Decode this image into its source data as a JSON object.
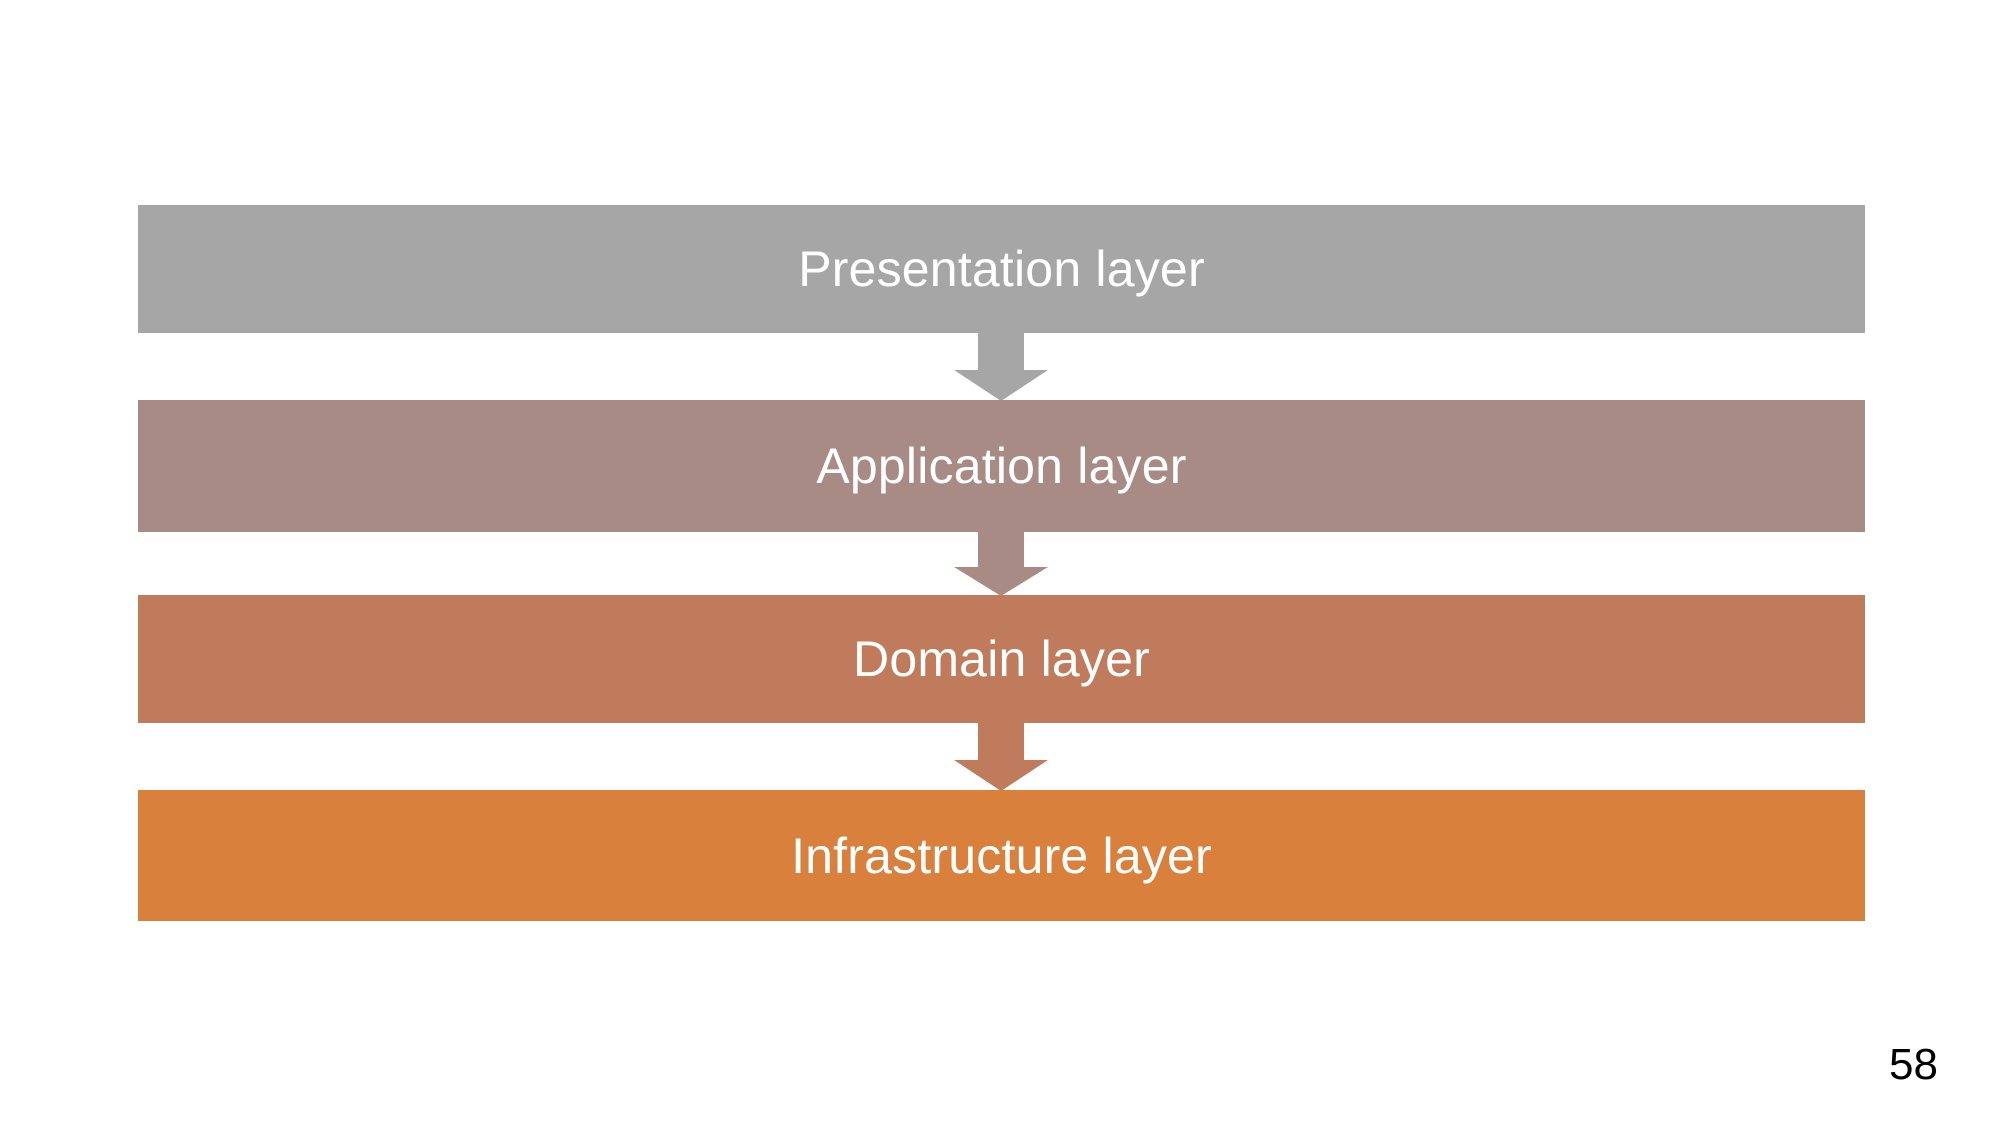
{
  "slide": {
    "background_color": "#ffffff",
    "page_number": "58",
    "page_number_color": "#000000"
  },
  "diagram": {
    "type": "layered-architecture-stack",
    "direction": "top-to-bottom",
    "label_text_color": "#ffffff",
    "layers": [
      {
        "id": "presentation",
        "label": "Presentation layer",
        "color": "#a6a6a6",
        "order": 1
      },
      {
        "id": "application",
        "label": "Application layer",
        "color": "#a98b85",
        "order": 2
      },
      {
        "id": "domain",
        "label": "Domain layer",
        "color": "#bf7b5c",
        "order": 3
      },
      {
        "id": "infrastructure",
        "label": "Infrastructure layer",
        "color": "#d9803c",
        "order": 4
      }
    ],
    "connectors": [
      {
        "id": "presentation-to-application",
        "icon": "arrow-down-icon",
        "color": "#a6a6a6",
        "from": "Presentation layer",
        "to": "Application layer"
      },
      {
        "id": "application-to-domain",
        "icon": "arrow-down-icon",
        "color": "#a98b85",
        "from": "Application layer",
        "to": "Domain layer"
      },
      {
        "id": "domain-to-infrastructure",
        "icon": "arrow-down-icon",
        "color": "#bf7b5c",
        "from": "Domain layer",
        "to": "Infrastructure layer"
      }
    ]
  }
}
